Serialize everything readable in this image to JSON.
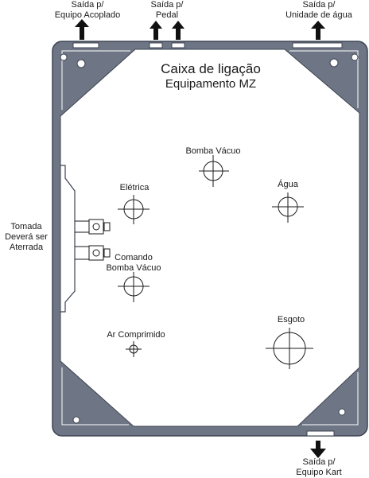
{
  "title": {
    "line1": "Caixa de ligação",
    "line2": "Equipamento MZ"
  },
  "outlets": {
    "acoplado": [
      "Saída p/",
      "Equipo Acoplado"
    ],
    "pedal": [
      "Saída p/",
      "Pedal"
    ],
    "agua": [
      "Saída p/",
      "Unidade de água"
    ],
    "kart": [
      "Saída p/",
      "Equipo Kart"
    ]
  },
  "socket_note": [
    "Tomada",
    "Deverá ser",
    "Aterrada"
  ],
  "connection_points": {
    "bomba_vacuo": "Bomba Vácuo",
    "agua": "Água",
    "eletrica": "Elétrica",
    "comando": [
      "Comando",
      "Bomba Vácuo"
    ],
    "ar_comprimido": "Ar Comprimido",
    "esgoto": "Esgoto"
  },
  "colors": {
    "frame": "#6e7685",
    "frame_stroke": "#3d4350",
    "line": "#1a1a1a",
    "arrow": "#111111"
  }
}
